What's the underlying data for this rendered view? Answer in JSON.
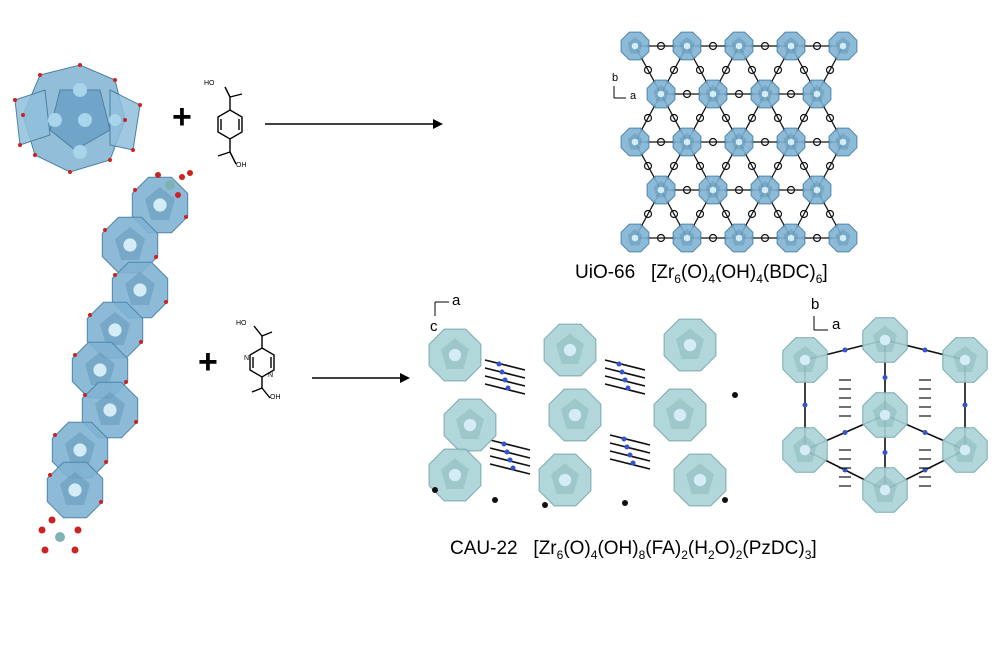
{
  "reaction_top": {
    "reactant_symbol": "+",
    "linker_labels": [
      "HO",
      "OH"
    ],
    "product_name": "UiO-66",
    "product_formula": {
      "p1": "[Zr",
      "s1": "6",
      "p2": "(O)",
      "s2": "4",
      "p3": "(OH)",
      "s3": "4",
      "p4": "(BDC)",
      "s4": "6",
      "p5": "]"
    },
    "axes": [
      "b",
      "a"
    ]
  },
  "reaction_bottom": {
    "reactant_symbol": "+",
    "linker_labels": [
      "HO",
      "OH",
      "N",
      "N"
    ],
    "product_name": "CAU-22",
    "product_formula": {
      "p1": "[Zr",
      "s1": "6",
      "p2": "(O)",
      "s2": "4",
      "p3": "(OH)",
      "s3": "8",
      "p4": "(FA)",
      "s4": "2",
      "p5": "(H",
      "s5": "2",
      "p6": "O)",
      "s6": "2",
      "p7": "(PzDC)",
      "s7": "3",
      "p8": "]"
    },
    "axes_left": [
      "a",
      "c"
    ],
    "axes_right": [
      "b",
      "a"
    ]
  },
  "colors": {
    "polyhedron": "#7fb3d3",
    "polyhedron_light": "#a9d3d6",
    "oxygen": "#cc2222",
    "nitrogen": "#3355cc",
    "bond": "#111111"
  }
}
